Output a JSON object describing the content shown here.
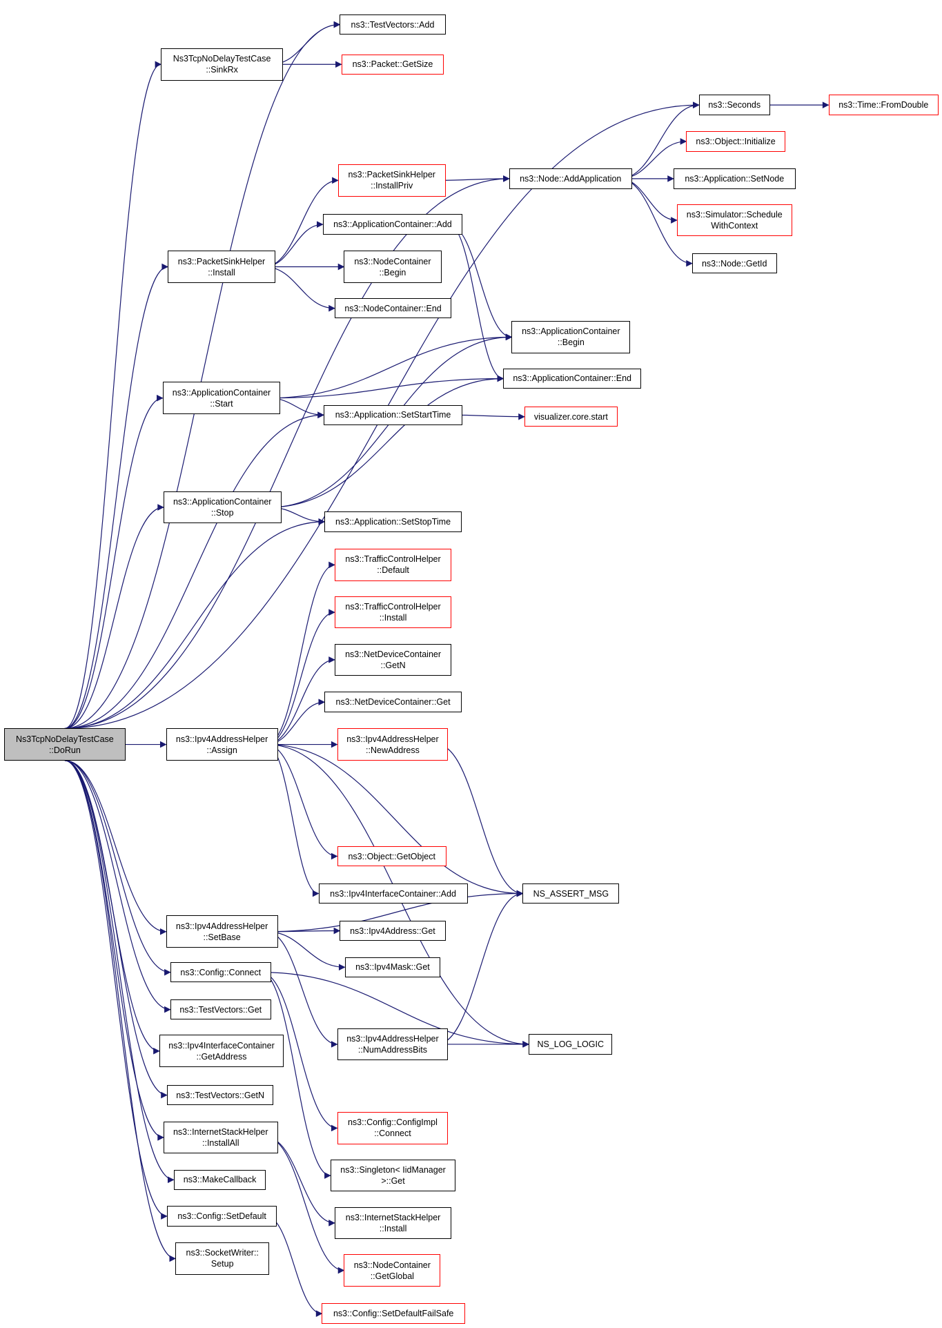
{
  "colors": {
    "edge": "#191970",
    "normal_border": "#000000",
    "link_border": "#ff0000",
    "root_fill": "#bfbfbf"
  },
  "nodes": [
    {
      "id": "root",
      "lines": [
        "Ns3TcpNoDelayTestCase",
        "::DoRun"
      ],
      "style": "root"
    },
    {
      "id": "tv_add",
      "lines": [
        "ns3::TestVectors::Add"
      ],
      "style": "normal"
    },
    {
      "id": "sinkrx",
      "lines": [
        "Ns3TcpNoDelayTestCase",
        "::SinkRx"
      ],
      "style": "normal"
    },
    {
      "id": "pkt_getsize",
      "lines": [
        "ns3::Packet::GetSize"
      ],
      "style": "red"
    },
    {
      "id": "seconds",
      "lines": [
        "ns3::Seconds"
      ],
      "style": "normal"
    },
    {
      "id": "fromdouble",
      "lines": [
        "ns3::Time::FromDouble"
      ],
      "style": "red"
    },
    {
      "id": "obj_init",
      "lines": [
        "ns3::Object::Initialize"
      ],
      "style": "red"
    },
    {
      "id": "psh_installpriv",
      "lines": [
        "ns3::PacketSinkHelper",
        "::InstallPriv"
      ],
      "style": "red"
    },
    {
      "id": "node_addapp",
      "lines": [
        "ns3::Node::AddApplication"
      ],
      "style": "normal"
    },
    {
      "id": "app_setnode",
      "lines": [
        "ns3::Application::SetNode"
      ],
      "style": "normal"
    },
    {
      "id": "appc_add",
      "lines": [
        "ns3::ApplicationContainer::Add"
      ],
      "style": "normal"
    },
    {
      "id": "sim_schedule",
      "lines": [
        "ns3::Simulator::Schedule",
        "WithContext"
      ],
      "style": "red"
    },
    {
      "id": "psh_install",
      "lines": [
        "ns3::PacketSinkHelper",
        "::Install"
      ],
      "style": "normal"
    },
    {
      "id": "nc_begin",
      "lines": [
        "ns3::NodeContainer",
        "::Begin"
      ],
      "style": "normal"
    },
    {
      "id": "node_getid",
      "lines": [
        "ns3::Node::GetId"
      ],
      "style": "normal"
    },
    {
      "id": "nc_end",
      "lines": [
        "ns3::NodeContainer::End"
      ],
      "style": "normal"
    },
    {
      "id": "appc_begin",
      "lines": [
        "ns3::ApplicationContainer",
        "::Begin"
      ],
      "style": "normal"
    },
    {
      "id": "appc_end",
      "lines": [
        "ns3::ApplicationContainer::End"
      ],
      "style": "normal"
    },
    {
      "id": "appc_start",
      "lines": [
        "ns3::ApplicationContainer",
        "::Start"
      ],
      "style": "normal"
    },
    {
      "id": "app_setstart",
      "lines": [
        "ns3::Application::SetStartTime"
      ],
      "style": "normal"
    },
    {
      "id": "viz_start",
      "lines": [
        "visualizer.core.start"
      ],
      "style": "red"
    },
    {
      "id": "appc_stop",
      "lines": [
        "ns3::ApplicationContainer",
        "::Stop"
      ],
      "style": "normal"
    },
    {
      "id": "app_setstop",
      "lines": [
        "ns3::Application::SetStopTime"
      ],
      "style": "normal"
    },
    {
      "id": "tch_default",
      "lines": [
        "ns3::TrafficControlHelper",
        "::Default"
      ],
      "style": "red"
    },
    {
      "id": "tch_install",
      "lines": [
        "ns3::TrafficControlHelper",
        "::Install"
      ],
      "style": "red"
    },
    {
      "id": "ndc_getn",
      "lines": [
        "ns3::NetDeviceContainer",
        "::GetN"
      ],
      "style": "normal"
    },
    {
      "id": "ndc_get",
      "lines": [
        "ns3::NetDeviceContainer::Get"
      ],
      "style": "normal"
    },
    {
      "id": "ipv4h_assign",
      "lines": [
        "ns3::Ipv4AddressHelper",
        "::Assign"
      ],
      "style": "normal"
    },
    {
      "id": "ipv4h_newaddr",
      "lines": [
        "ns3::Ipv4AddressHelper",
        "::NewAddress"
      ],
      "style": "red"
    },
    {
      "id": "obj_getobject",
      "lines": [
        "ns3::Object::GetObject"
      ],
      "style": "red"
    },
    {
      "id": "ipv4ic_add",
      "lines": [
        "ns3::Ipv4InterfaceContainer::Add"
      ],
      "style": "normal"
    },
    {
      "id": "ns_assert",
      "lines": [
        "NS_ASSERT_MSG"
      ],
      "style": "normal"
    },
    {
      "id": "ipv4h_setbase",
      "lines": [
        "ns3::Ipv4AddressHelper",
        "::SetBase"
      ],
      "style": "normal"
    },
    {
      "id": "ipv4a_get",
      "lines": [
        "ns3::Ipv4Address::Get"
      ],
      "style": "normal"
    },
    {
      "id": "ipv4m_get",
      "lines": [
        "ns3::Ipv4Mask::Get"
      ],
      "style": "normal"
    },
    {
      "id": "cfg_connect",
      "lines": [
        "ns3::Config::Connect"
      ],
      "style": "normal"
    },
    {
      "id": "tv_get",
      "lines": [
        "ns3::TestVectors::Get"
      ],
      "style": "normal"
    },
    {
      "id": "ipv4h_numbits",
      "lines": [
        "ns3::Ipv4AddressHelper",
        "::NumAddressBits"
      ],
      "style": "normal"
    },
    {
      "id": "ns_log",
      "lines": [
        "NS_LOG_LOGIC"
      ],
      "style": "normal"
    },
    {
      "id": "ipv4ic_getaddr",
      "lines": [
        "ns3::Ipv4InterfaceContainer",
        "::GetAddress"
      ],
      "style": "normal"
    },
    {
      "id": "tv_getn",
      "lines": [
        "ns3::TestVectors::GetN"
      ],
      "style": "normal"
    },
    {
      "id": "cfgimpl_connect",
      "lines": [
        "ns3::Config::ConfigImpl",
        "::Connect"
      ],
      "style": "red"
    },
    {
      "id": "ish_installall",
      "lines": [
        "ns3::InternetStackHelper",
        "::InstallAll"
      ],
      "style": "normal"
    },
    {
      "id": "singleton_get",
      "lines": [
        "ns3::Singleton< IidManager",
        ">::Get"
      ],
      "style": "normal"
    },
    {
      "id": "makecallback",
      "lines": [
        "ns3::MakeCallback"
      ],
      "style": "normal"
    },
    {
      "id": "ish_install",
      "lines": [
        "ns3::InternetStackHelper",
        "::Install"
      ],
      "style": "normal"
    },
    {
      "id": "cfg_setdefault",
      "lines": [
        "ns3::Config::SetDefault"
      ],
      "style": "normal"
    },
    {
      "id": "nc_getglobal",
      "lines": [
        "ns3::NodeContainer",
        "::GetGlobal"
      ],
      "style": "red"
    },
    {
      "id": "sw_setup",
      "lines": [
        "ns3::SocketWriter::",
        "Setup"
      ],
      "style": "normal"
    },
    {
      "id": "cfg_setdefaultfs",
      "lines": [
        "ns3::Config::SetDefaultFailSafe"
      ],
      "style": "red"
    }
  ],
  "edges": [
    [
      "root",
      "tv_add"
    ],
    [
      "root",
      "sinkrx"
    ],
    [
      "root",
      "seconds"
    ],
    [
      "root",
      "node_addapp"
    ],
    [
      "root",
      "psh_install"
    ],
    [
      "root",
      "appc_start"
    ],
    [
      "root",
      "app_setstart"
    ],
    [
      "root",
      "appc_stop"
    ],
    [
      "root",
      "app_setstop"
    ],
    [
      "root",
      "ipv4h_assign"
    ],
    [
      "root",
      "ipv4h_setbase"
    ],
    [
      "root",
      "cfg_connect"
    ],
    [
      "root",
      "tv_get"
    ],
    [
      "root",
      "ipv4ic_getaddr"
    ],
    [
      "root",
      "tv_getn"
    ],
    [
      "root",
      "ish_installall"
    ],
    [
      "root",
      "makecallback"
    ],
    [
      "root",
      "cfg_setdefault"
    ],
    [
      "root",
      "sw_setup"
    ],
    [
      "sinkrx",
      "tv_add"
    ],
    [
      "sinkrx",
      "pkt_getsize"
    ],
    [
      "seconds",
      "fromdouble"
    ],
    [
      "psh_installpriv",
      "node_addapp"
    ],
    [
      "node_addapp",
      "seconds"
    ],
    [
      "node_addapp",
      "obj_init"
    ],
    [
      "node_addapp",
      "app_setnode"
    ],
    [
      "node_addapp",
      "sim_schedule"
    ],
    [
      "node_addapp",
      "node_getid"
    ],
    [
      "psh_install",
      "psh_installpriv"
    ],
    [
      "psh_install",
      "appc_add"
    ],
    [
      "psh_install",
      "nc_begin"
    ],
    [
      "psh_install",
      "nc_end"
    ],
    [
      "appc_add",
      "appc_begin"
    ],
    [
      "appc_add",
      "appc_end"
    ],
    [
      "appc_start",
      "appc_begin"
    ],
    [
      "appc_start",
      "appc_end"
    ],
    [
      "appc_start",
      "app_setstart"
    ],
    [
      "app_setstart",
      "viz_start"
    ],
    [
      "appc_stop",
      "appc_begin"
    ],
    [
      "appc_stop",
      "appc_end"
    ],
    [
      "appc_stop",
      "app_setstop"
    ],
    [
      "ipv4h_assign",
      "tch_default"
    ],
    [
      "ipv4h_assign",
      "tch_install"
    ],
    [
      "ipv4h_assign",
      "ndc_getn"
    ],
    [
      "ipv4h_assign",
      "ndc_get"
    ],
    [
      "ipv4h_assign",
      "ipv4h_newaddr"
    ],
    [
      "ipv4h_assign",
      "obj_getobject"
    ],
    [
      "ipv4h_assign",
      "ipv4ic_add"
    ],
    [
      "ipv4h_assign",
      "ns_assert"
    ],
    [
      "ipv4h_assign",
      "ns_log"
    ],
    [
      "ipv4h_newaddr",
      "ns_assert"
    ],
    [
      "ipv4h_setbase",
      "ipv4a_get"
    ],
    [
      "ipv4h_setbase",
      "ipv4m_get"
    ],
    [
      "ipv4h_setbase",
      "ns_assert"
    ],
    [
      "ipv4h_setbase",
      "ipv4h_numbits"
    ],
    [
      "ipv4h_numbits",
      "ns_assert"
    ],
    [
      "ipv4h_numbits",
      "ns_log"
    ],
    [
      "cfg_connect",
      "ns_log"
    ],
    [
      "cfg_connect",
      "cfgimpl_connect"
    ],
    [
      "cfg_connect",
      "singleton_get"
    ],
    [
      "ish_installall",
      "ish_install"
    ],
    [
      "ish_installall",
      "nc_getglobal"
    ],
    [
      "cfg_setdefault",
      "cfg_setdefaultfs"
    ]
  ]
}
